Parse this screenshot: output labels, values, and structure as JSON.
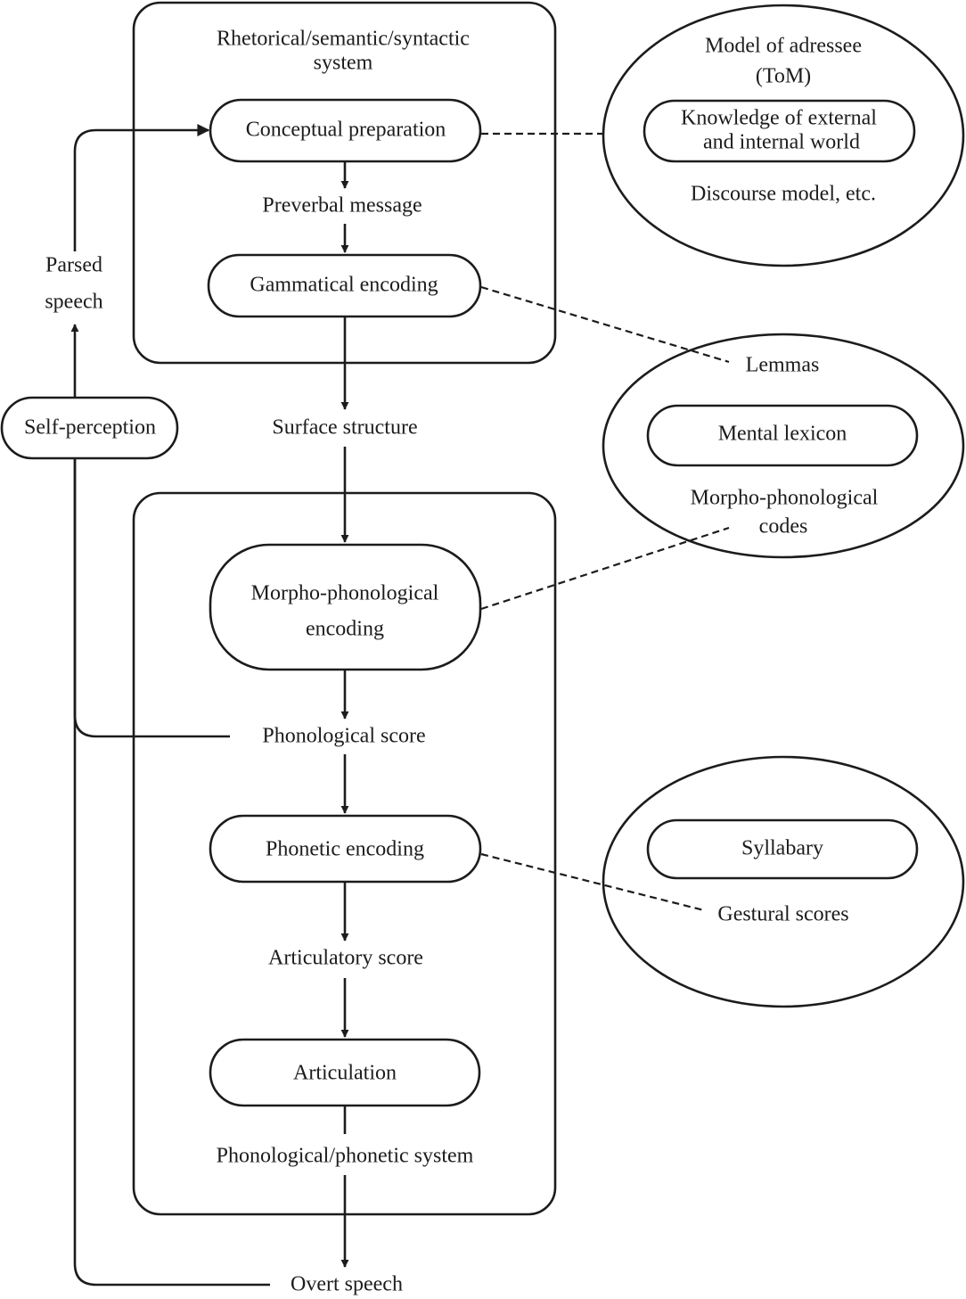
{
  "colors": {
    "ink": "#1c1c1c",
    "background": "#ffffff"
  },
  "systems": {
    "upper_title_line1": "Rhetorical/semantic/syntactic",
    "upper_title_line2": "system",
    "lower_title": "Phonological/phonetic system"
  },
  "processes": {
    "conceptual_preparation": "Conceptual preparation",
    "grammatical_encoding": "Gammatical encoding",
    "morpho_phonological_line1": "Morpho-phonological",
    "morpho_phonological_line2": "encoding",
    "phonetic_encoding": "Phonetic encoding",
    "articulation": "Articulation",
    "self_perception": "Self-perception"
  },
  "intermediates": {
    "preverbal_message": "Preverbal message",
    "surface_structure": "Surface structure",
    "phonological_score": "Phonological score",
    "articulatory_score": "Articulatory score",
    "overt_speech": "Overt speech",
    "parsed_speech_line1": "Parsed",
    "parsed_speech_line2": "speech"
  },
  "knowledge_stores": {
    "addressee": {
      "title_line1": "Model of adressee",
      "title_line2": "(ToM)",
      "box_line1": "Knowledge of external",
      "box_line2": "and internal world",
      "footer": "Discourse model, etc."
    },
    "lexicon": {
      "top": "Lemmas",
      "box": "Mental lexicon",
      "bottom_line1": "Morpho-phonological",
      "bottom_line2": "codes"
    },
    "syllabary": {
      "box": "Syllabary",
      "bottom": "Gestural scores"
    }
  }
}
